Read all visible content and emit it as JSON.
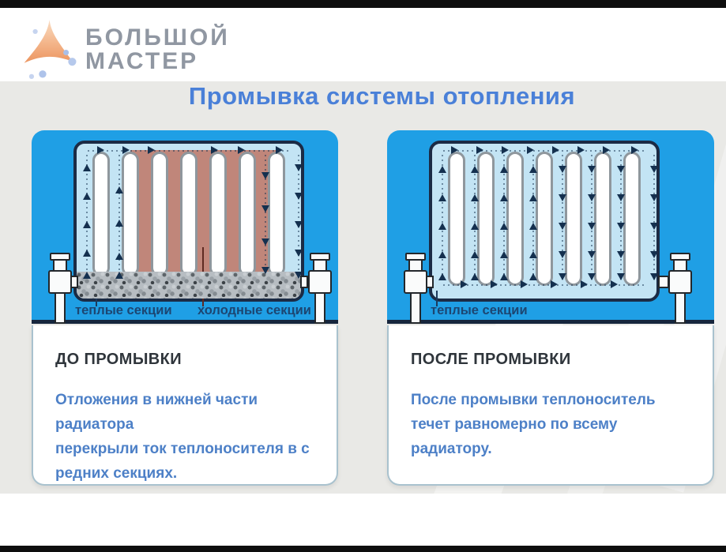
{
  "logo": {
    "line1": "БОЛЬШОЙ",
    "line2": "МАСТЕР",
    "icon": "orange-peak-triangle-icon"
  },
  "title": "Промывка системы отопления",
  "before": {
    "label_warm": "теплые секции",
    "label_cold": "холодные секции",
    "card": {
      "heading": "ДО ПРОМЫВКИ",
      "lines": [
        "Отложения в нижней части радиатора",
        "перекрыли ток теплоносителя в с",
        "редних секциях."
      ]
    }
  },
  "after": {
    "label_warm": "теплые секции",
    "card": {
      "heading": "ПОСЛЕ ПРОМЫВКИ",
      "lines": [
        "После промывки теплоноситель",
        "течет равномерно по всему",
        "радиатору."
      ]
    }
  },
  "radiator": {
    "sections_per_radiator": 7,
    "flow_direction_icons": [
      "arrow-up-icon",
      "arrow-right-icon",
      "arrow-down-icon"
    ]
  },
  "colors": {
    "title_blue": "#4a80d8",
    "panel_blue": "#1f9fe5",
    "radiator_fill": "#c3e4f4",
    "navy_outline": "#1b2b45",
    "cold_zone_salmon": "#c0867a",
    "card_body_blue": "#4d80c7",
    "label_navy": "#1c4672",
    "logo_gray": "#9097a2"
  }
}
